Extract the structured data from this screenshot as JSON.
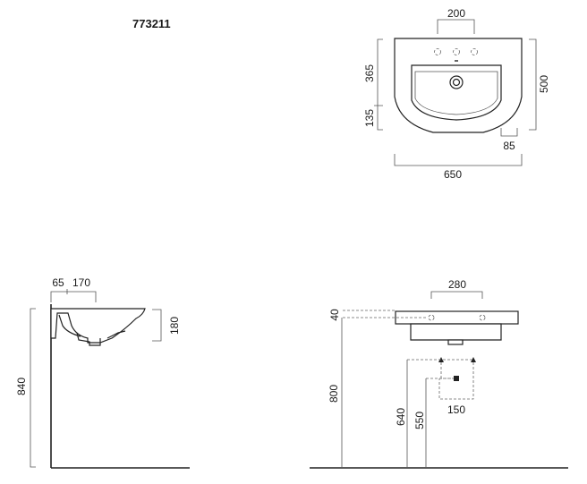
{
  "model_code": "773211",
  "top_view": {
    "tap_spacing": "200",
    "depth_back": "365",
    "depth_front": "135",
    "total_depth": "500",
    "edge_offset": "85",
    "width": "650"
  },
  "side_view": {
    "wall_gap": "65",
    "basin_depth": "170",
    "basin_height": "180",
    "rim_height": "840"
  },
  "front_view": {
    "fixing_spacing": "280",
    "rim_thickness": "40",
    "fixing_height": "800",
    "supply_height": "640",
    "waste_height": "550",
    "supply_spacing": "150"
  }
}
